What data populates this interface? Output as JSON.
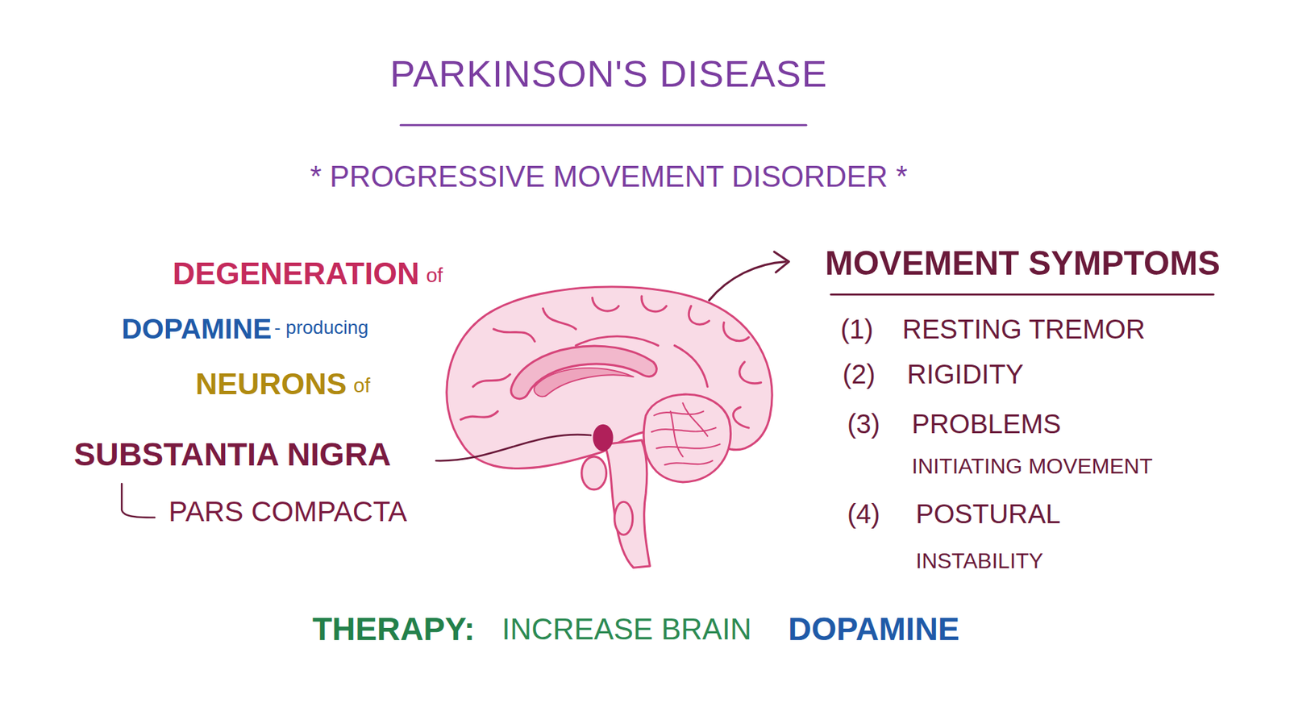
{
  "diagram": {
    "title": "PARKINSON'S DISEASE",
    "labels": [
      "* PROGRESSIVE MOVEMENT DISORDER *",
      "DEGENERATION",
      "of",
      "DOPAMINE",
      "- producing",
      "NEURONS",
      "of",
      "SUBSTANTIA NIGRA",
      "PARS COMPACTA",
      "MOVEMENT SYMPTOMS",
      "(1)",
      "RESTING TREMOR",
      "(2)",
      "RIGIDITY",
      "(3)",
      "PROBLEMS INITIATING MOVEMENT",
      "(4)",
      "POSTURAL INSTABILITY",
      "THERAPY:",
      "INCREASE BRAIN",
      "DOPAMINE"
    ]
  }
}
